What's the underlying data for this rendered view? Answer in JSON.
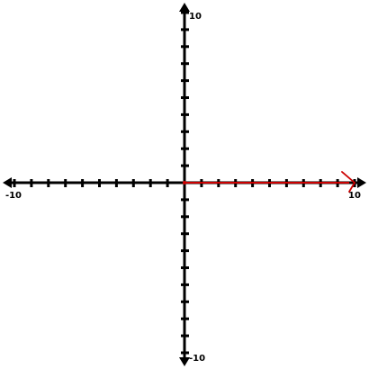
{
  "chart_data": {
    "type": "line",
    "title": "",
    "xlabel": "",
    "ylabel": "",
    "xlim": [
      -10,
      10
    ],
    "ylim": [
      -10,
      10
    ],
    "grid": false,
    "axis_style": "cartesian-cross-with-arrows",
    "tick_step": 1,
    "tick_labels": {
      "x_min": "-10",
      "x_max": "10",
      "y_min": "-10",
      "y_max": "10"
    },
    "series": [
      {
        "type": "ray",
        "color": "#cc0000",
        "x": [
          0,
          10
        ],
        "y": [
          0,
          0
        ],
        "arrowhead": "end"
      }
    ]
  }
}
